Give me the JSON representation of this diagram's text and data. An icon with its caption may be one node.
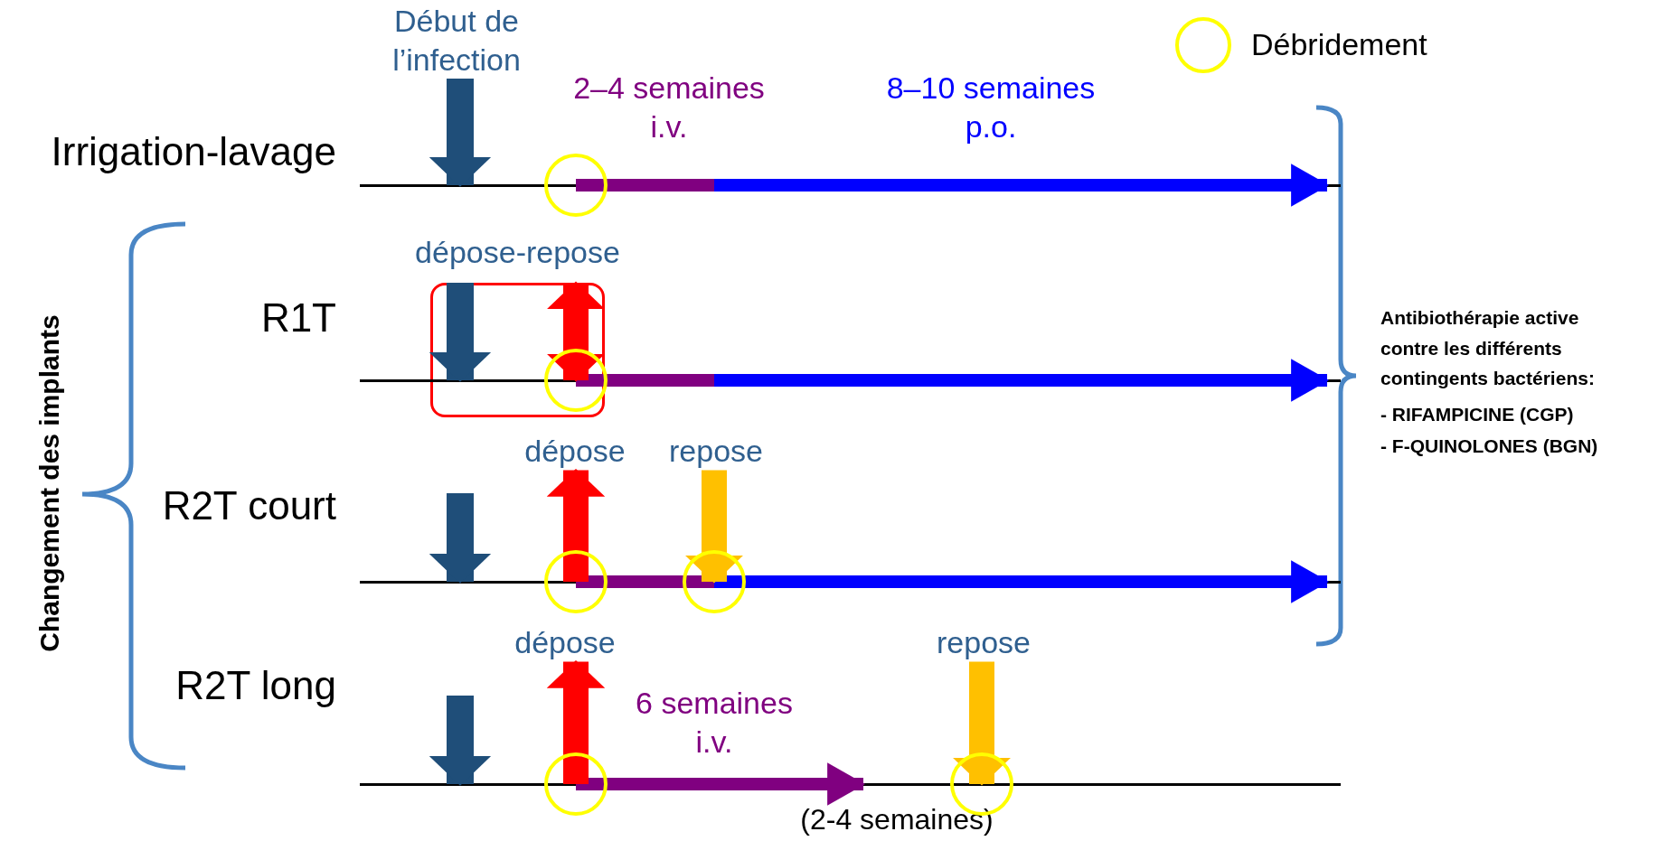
{
  "diagram": {
    "nodes": [
      {
        "text": [
          "Début de l’infection"
        ]
      },
      {
        "text": [],
        "shape": "line",
        "beside": [
          "Irrigation-lavage"
        ]
      },
      {
        "text": [
          "dépose-repose"
        ]
      },
      {
        "text": [],
        "shape": "line",
        "beside": [
          "R1T"
        ]
      },
      {
        "text": [
          "dépose"
        ]
      },
      {
        "text": [
          "repose"
        ]
      },
      {
        "text": [],
        "shape": "line",
        "beside": [
          "R2T court"
        ]
      },
      {
        "text": [
          "dépose"
        ]
      },
      {
        "text": [
          "repose"
        ]
      },
      {
        "text": [],
        "shape": "line",
        "beside": [
          "R2T long"
        ]
      }
    ],
    "edges": [
      {
        "from": 0,
        "to": 1,
        "arrow": "to",
        "color": "#1f4e79"
      },
      {
        "from": 2,
        "to": 3,
        "arrow": "to",
        "color": "#1f4e79"
      },
      {
        "from": 3,
        "to": 2,
        "arrow": "both",
        "color": "#ff0000"
      },
      {
        "from": null,
        "to": 6,
        "arrow": "to",
        "color": "#1f4e79"
      },
      {
        "from": 6,
        "to": 4,
        "arrow": "to",
        "color": "#ff0000"
      },
      {
        "from": 5,
        "to": 6,
        "arrow": "to",
        "color": "#ffc000"
      },
      {
        "from": null,
        "to": 9,
        "arrow": "to",
        "color": "#1f4e79"
      },
      {
        "from": 9,
        "to": 7,
        "arrow": "to",
        "color": "#ff0000"
      },
      {
        "from": 8,
        "to": 9,
        "arrow": "to",
        "color": "#ffc000"
      }
    ],
    "labels": [
      "2–4 semaines i.v.",
      "8–10 semaines p.o.",
      "Antibiothérapie active contre les différents contingents bactériens:",
      "- RIFAMPICINE (CGP)",
      "- F-QUINOLONES (BGN)",
      "Changement des implants",
      "6 semaines i.v.",
      "(2-4 semaines)"
    ],
    "legend": [
      {
        "text": "Débridement"
      }
    ]
  }
}
